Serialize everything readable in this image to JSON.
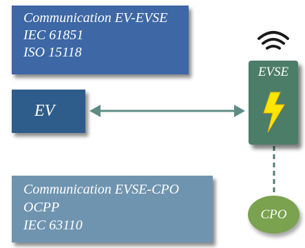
{
  "ev_evse_box": {
    "lines": [
      "Communication EV-EVSE",
      "IEC 61851",
      "ISO 15118"
    ]
  },
  "ev_box": {
    "label": "EV"
  },
  "evse_cpo_box": {
    "lines": [
      "Communication EVSE-CPO",
      "OCPP",
      "IEC 63110"
    ]
  },
  "evse": {
    "label": "EVSE",
    "icon": "lightning-bolt-icon"
  },
  "cpo": {
    "label": "CPO"
  },
  "wifi": {
    "icon": "wifi-signal-icon"
  },
  "colors": {
    "ev_evse_box": "#3d67a5",
    "ev_box": "#2e5d8c",
    "evse_cpo_box": "#6f94b0",
    "evse": "#4c7d69",
    "cpo": "#7aa24f",
    "arrow": "#5e8b84",
    "bolt": "#ffe600"
  }
}
